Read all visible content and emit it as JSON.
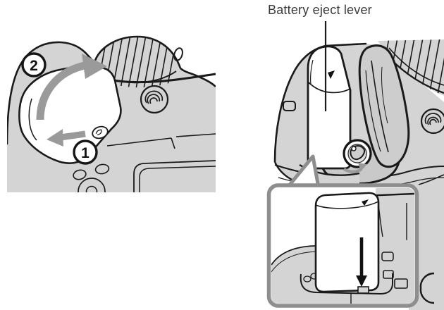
{
  "callout": {
    "label": "Battery eject lever"
  },
  "steps": {
    "slide_badge": "1",
    "open_badge": "2"
  },
  "colors": {
    "background": "#ffffff",
    "body_gray": "#d4d4d4",
    "flap_gray": "#cdcdcd",
    "compartment_gray": "#c9c9c9",
    "arrow_gray": "#9a9a9a",
    "outline": "#1a1a1a",
    "inset_border": "#8e8e8e",
    "battery_white": "#ffffff",
    "label_text": "#3a3a3a"
  }
}
